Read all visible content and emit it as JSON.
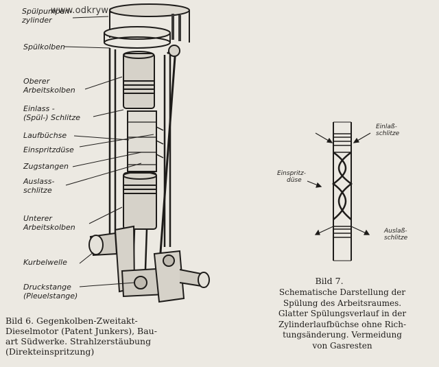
{
  "watermark": "www.odkrywca.pl",
  "figure6": {
    "labels": {
      "spuelzylinder": [
        "Spülpumpen-",
        "zylinder"
      ],
      "spuelkolben": "Spülkolben",
      "oberer": [
        "Oberer",
        "Arbeitskolben"
      ],
      "einlass": [
        "Einlass -",
        "(Spül-) Schlitze"
      ],
      "laufbuechse": "Laufbüchse",
      "einspritzduese": "Einspritzdüse",
      "zugstangen": "Zugstangen",
      "auslass": [
        "Auslass-",
        "schlitze"
      ],
      "unterer": [
        "Unterer",
        "Arbeitskolben"
      ],
      "kurbelwelle": "Kurbelwelle",
      "druckstange": [
        "Druckstange",
        "(Pleuelstange)"
      ]
    },
    "caption": [
      "Bild 6.  Gegenkolben-Zweitakt-",
      "Dieselmotor  (Patent  Junkers),  Bau-",
      "art  Südwerke.    Strahlzerstäubung",
      "(Direkteinspritzung)"
    ]
  },
  "figure7": {
    "labels": {
      "einlass": [
        "Einlaß-",
        "schlitze"
      ],
      "einspritz": [
        "Einspritz-",
        "düse"
      ],
      "auslass": [
        "Auslaß-",
        "schlitze"
      ]
    },
    "number": "Bild 7.",
    "caption": [
      "Schematische  Darstellung  der",
      "Spülung  des  Arbeitsraumes.",
      "Glatter Spülungsverlauf in der",
      "Zylinderlaufbüchse ohne Rich-",
      "tungsänderung.  Vermeidung",
      "von Gasresten"
    ]
  }
}
